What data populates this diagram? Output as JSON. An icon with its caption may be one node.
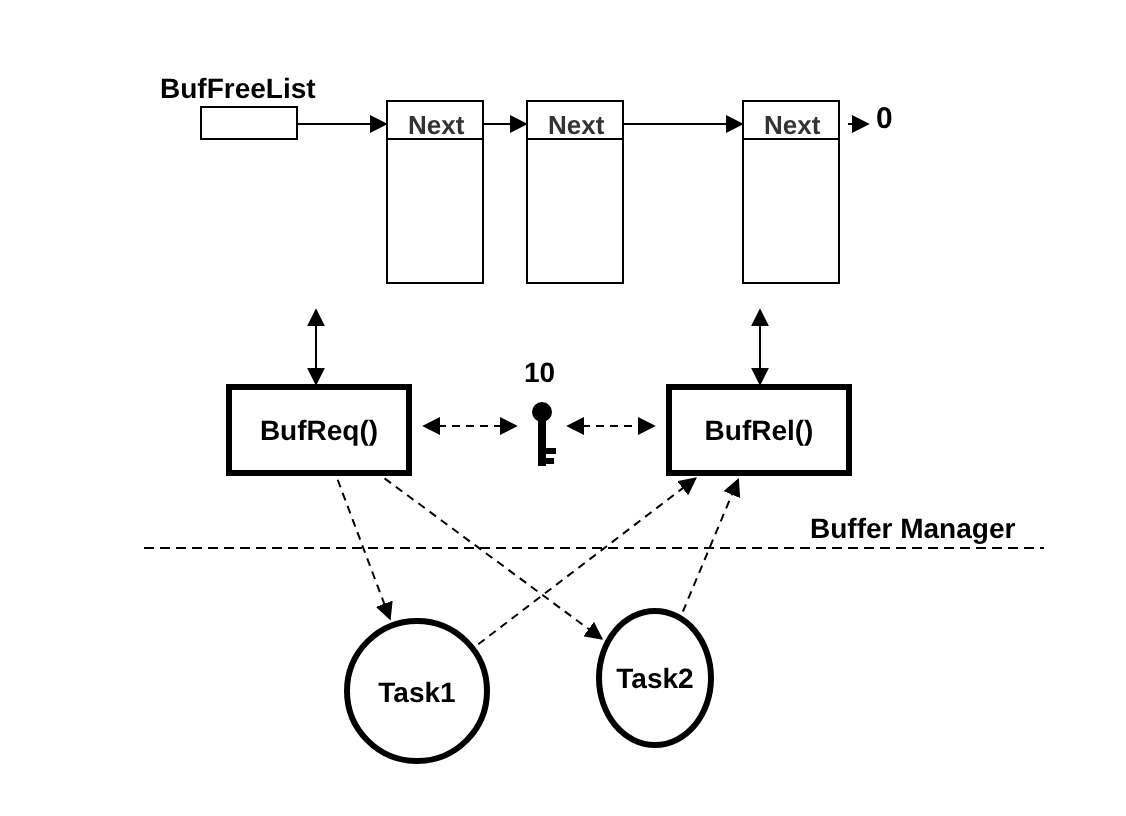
{
  "diagram": {
    "nodes": [
      {
        "text": [
          "BufFreeList"
        ]
      },
      {
        "text": [
          "Next"
        ]
      },
      {
        "text": [
          "Next"
        ]
      },
      {
        "text": [
          "Next"
        ]
      },
      {
        "text": [
          "0"
        ]
      },
      {
        "text": [
          "BufReq()"
        ]
      },
      {
        "text": [],
        "shape": "key",
        "beside": [
          "10"
        ]
      },
      {
        "text": [
          "BufRel()"
        ]
      },
      {
        "text": [
          "Task1"
        ]
      },
      {
        "text": [
          "Task2"
        ]
      }
    ],
    "edges": [
      {
        "from": 0,
        "to": 1,
        "arrow": "to"
      },
      {
        "from": 1,
        "to": 2,
        "arrow": "to"
      },
      {
        "from": 2,
        "to": 3,
        "arrow": "to"
      },
      {
        "from": 3,
        "to": 4,
        "arrow": "to"
      },
      {
        "from": null,
        "to": 5,
        "arrow": "both"
      },
      {
        "from": 3,
        "to": 7,
        "arrow": "both"
      },
      {
        "from": 5,
        "to": 6,
        "arrow": "both",
        "style": "dashed"
      },
      {
        "from": 6,
        "to": 7,
        "arrow": "both",
        "style": "dashed"
      },
      {
        "from": 5,
        "to": 8,
        "arrow": "to",
        "style": "dashed"
      },
      {
        "from": 5,
        "to": 9,
        "arrow": "to",
        "style": "dashed"
      },
      {
        "from": 8,
        "to": 7,
        "arrow": "to",
        "style": "dashed"
      },
      {
        "from": 9,
        "to": 7,
        "arrow": "to",
        "style": "dashed"
      }
    ],
    "labels": [
      "Buffer Manager"
    ]
  }
}
